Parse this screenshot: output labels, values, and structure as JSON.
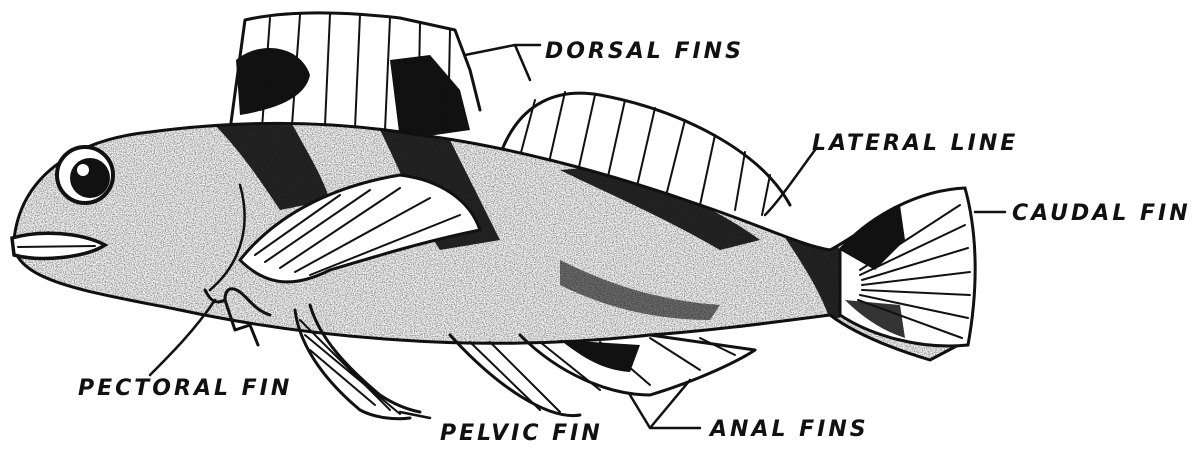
{
  "diagram": {
    "labels": {
      "dorsal_fins": "DORSAL FINS",
      "lateral_line": "LATERAL LINE",
      "caudal_fin": "CAUDAL FIN",
      "pectoral_fin": "PECTORAL FIN",
      "pelvic_fin": "PELVIC FIN",
      "anal_fins": "ANAL FINS"
    }
  },
  "colors": {
    "ink": "#111111",
    "paper": "#ffffff"
  }
}
